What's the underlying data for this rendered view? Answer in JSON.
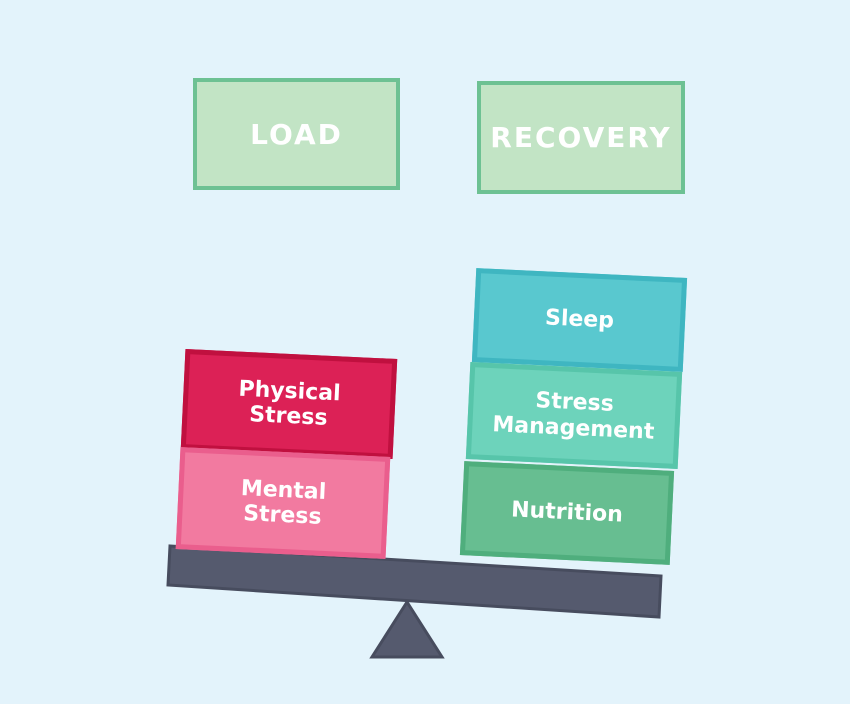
{
  "labels": {
    "load": "LOAD",
    "recovery": "RECOVERY"
  },
  "load_blocks": [
    {
      "label": "Physical\nStress",
      "color": "#dc2156"
    },
    {
      "label": "Mental\nStress",
      "color": "#f27aa0"
    }
  ],
  "recovery_blocks": [
    {
      "label": "Sleep",
      "color": "#59c8cf"
    },
    {
      "label": "Stress\nManagement",
      "color": "#6dd3bb"
    },
    {
      "label": "Nutrition",
      "color": "#67be91"
    }
  ],
  "colors": {
    "background": "#e3f3fb",
    "label_fill": "#c2e4c5",
    "label_border": "#6dc193",
    "beam": "#555a6e",
    "fulcrum": "#555a6e"
  }
}
